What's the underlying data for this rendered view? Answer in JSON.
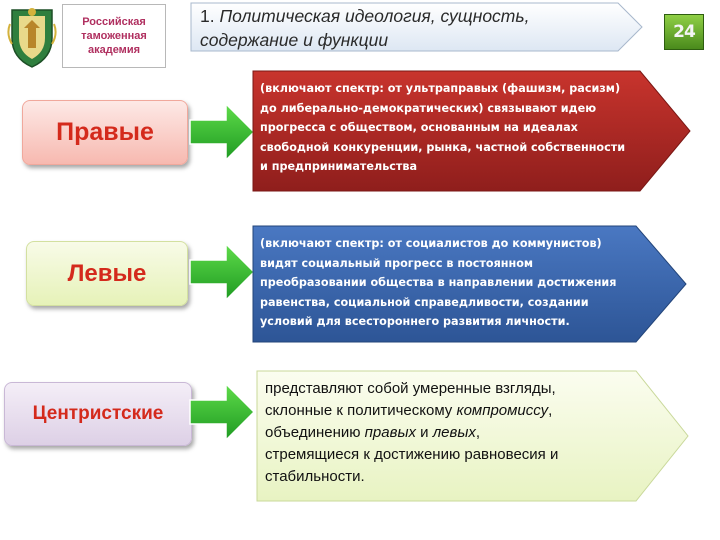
{
  "header": {
    "academy": "Российская\nтаможенная\nакадемия",
    "title_num": "1.",
    "title_line1": "Политическая идеология, сущность,",
    "title_line2": "содержание и функции",
    "page_number": "24",
    "emblem_icon": "customs-academy-emblem-icon"
  },
  "blocks": [
    {
      "label": "Правые",
      "arrow_icon": "right-arrow-icon",
      "lines": [
        "(включают спектр: от ультраправых (фашизм, расизм)",
        "до либерально-демократических) связывают идею",
        "прогресса с обществом, основанным на идеалах",
        "свободной конкуренции, рынка, частной собственности",
        "и предпринимательства"
      ]
    },
    {
      "label": "Левые",
      "arrow_icon": "right-arrow-icon",
      "lines": [
        "(включают спектр: от социалистов до коммунистов)",
        "видят социальный прогресс в постоянном",
        "преобразовании общества в направлении достижения",
        "равенства, социальной справедливости, создании",
        "условий для всестороннего развития личности."
      ]
    },
    {
      "label": "Центристские",
      "arrow_icon": "right-arrow-icon",
      "line1": "представляют собой умеренные взгляды,",
      "line2_a": "склонные к политическому ",
      "line2_b": "компромиссу",
      "line2_c": ",",
      "line3_a": "объединению ",
      "line3_b": "правых",
      "line3_c": " и ",
      "line3_d": "левых",
      "line3_e": ",",
      "line4": "стремящиеся к достижению равновесия и",
      "line5": "стабильности."
    }
  ],
  "colors": {
    "red_panel": "#b02a26",
    "blue_panel": "#3b67b0",
    "green_panel": "#f1f8d6",
    "arrow": "#2eb830"
  }
}
